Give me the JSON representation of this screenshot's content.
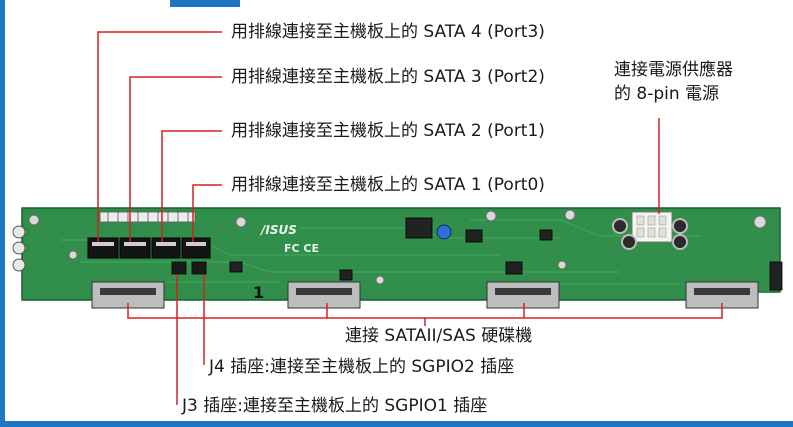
{
  "labels": {
    "sata4": "用排線連接至主機板上的 SATA 4 (Port3)",
    "sata3": "用排線連接至主機板上的 SATA 3 (Port2)",
    "sata2": "用排線連接至主機板上的 SATA 2 (Port1)",
    "sata1": "用排線連接至主機板上的 SATA 1 (Port0)",
    "power_line1": "連接電源供應器",
    "power_line2": "的 8-pin 電源",
    "drives": "連接 SATAII/SAS 硬碟機",
    "j4": "J4 插座:連接至主機板上的 SGPIO2 插座",
    "j3": "J3 插座:連接至主機板上的 SGPIO1 插座"
  },
  "board": {
    "logo_text": "/ISUS",
    "fc_text": "FC CE",
    "marking": "1"
  },
  "colors": {
    "pcb": "#2f8f4a",
    "accent": "#1e75c2",
    "leader": "#d62020"
  }
}
